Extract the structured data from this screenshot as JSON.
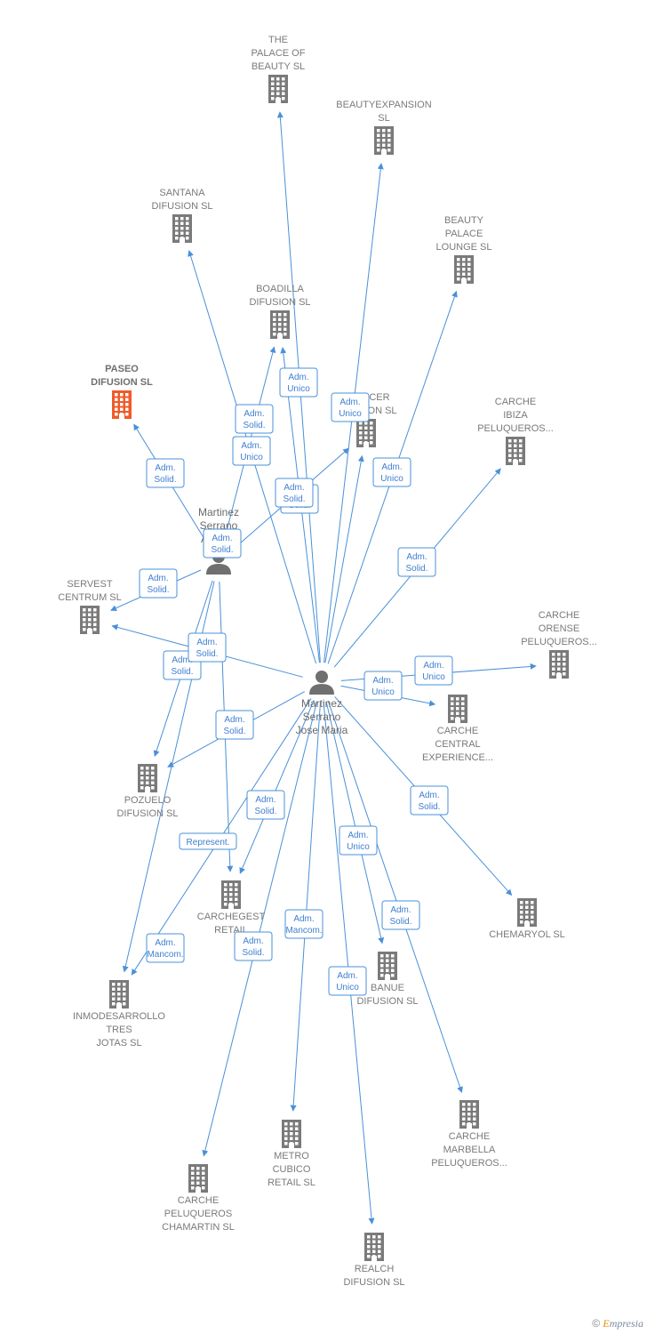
{
  "colors": {
    "edge": "#4a90d9",
    "building": "#7a7a7a",
    "building_highlight": "#f05a28",
    "person": "#6f6f6f",
    "label": "#7a7a7a"
  },
  "companies": [
    {
      "id": "palace",
      "lines": [
        "THE",
        "PALACE OF",
        "BEAUTY  SL"
      ]
    },
    {
      "id": "beautyexp",
      "lines": [
        "BEAUTYEXPANSION",
        "SL"
      ]
    },
    {
      "id": "santana",
      "lines": [
        "SANTANA",
        "DIFUSION  SL"
      ]
    },
    {
      "id": "beautypalace",
      "lines": [
        "BEAUTY",
        "PALACE",
        "LOUNGE  SL"
      ]
    },
    {
      "id": "boadilla",
      "lines": [
        "BOADILLA",
        "DIFUSION  SL"
      ]
    },
    {
      "id": "paseo",
      "lines": [
        "PASEO",
        "DIFUSION  SL"
      ],
      "highlight": true
    },
    {
      "id": "alcocer",
      "lines": [
        "ALCOCER",
        "DIFUSION  SL"
      ]
    },
    {
      "id": "ibiza",
      "lines": [
        "CARCHE",
        "IBIZA",
        "PELUQUEROS..."
      ]
    },
    {
      "id": "servest",
      "lines": [
        "SERVEST",
        "CENTRUM  SL"
      ]
    },
    {
      "id": "orense",
      "lines": [
        "CARCHE",
        "ORENSE",
        "PELUQUEROS..."
      ]
    },
    {
      "id": "central",
      "lines": [
        "CARCHE",
        "CENTRAL",
        "EXPERIENCE..."
      ]
    },
    {
      "id": "pozuelo",
      "lines": [
        "POZUELO",
        "DIFUSION  SL"
      ]
    },
    {
      "id": "carchegest",
      "lines": [
        "CARCHEGEST",
        "RETAIL"
      ]
    },
    {
      "id": "chemaryol",
      "lines": [
        "CHEMARYOL SL"
      ]
    },
    {
      "id": "inmode",
      "lines": [
        "INMODESARROLLO",
        "TRES",
        "JOTAS  SL"
      ]
    },
    {
      "id": "banue",
      "lines": [
        "BANUE",
        "DIFUSION  SL"
      ]
    },
    {
      "id": "marbella",
      "lines": [
        "CARCHE",
        "MARBELLA",
        "PELUQUEROS..."
      ]
    },
    {
      "id": "chamartin",
      "lines": [
        "CARCHE",
        "PELUQUEROS",
        "CHAMARTIN SL"
      ]
    },
    {
      "id": "metro",
      "lines": [
        "METRO",
        "CUBICO",
        "RETAIL  SL"
      ]
    },
    {
      "id": "realch",
      "lines": [
        "REALCH",
        "DIFUSION  SL"
      ]
    }
  ],
  "persons": [
    {
      "id": "jose",
      "lines": [
        "Martinez",
        "Serrano",
        "Jose Maria"
      ]
    },
    {
      "id": "alcocerp",
      "lines": [
        "Martinez",
        "Serrano",
        "Alcocer"
      ]
    }
  ],
  "edges": [
    {
      "from": "jose",
      "to": "palace",
      "label": [
        "Adm.",
        "Unico"
      ]
    },
    {
      "from": "jose",
      "to": "beautyexp",
      "label": [
        "Adm.",
        "Unico"
      ]
    },
    {
      "from": "jose",
      "to": "santana",
      "label": [
        "Adm.",
        "Solid."
      ]
    },
    {
      "from": "jose",
      "to": "beautypalace",
      "label": [
        "Adm.",
        "Unico"
      ]
    },
    {
      "from": "jose",
      "to": "boadilla",
      "label": [
        "Adm.",
        "Solid."
      ]
    },
    {
      "from": "jose",
      "to": "alcocer",
      "label": [
        "Adm.",
        "Solid."
      ]
    },
    {
      "from": "jose",
      "to": "ibiza",
      "label": [
        "Adm.",
        "Solid."
      ]
    },
    {
      "from": "jose",
      "to": "servest",
      "label": [
        "Adm.",
        "Solid."
      ]
    },
    {
      "from": "jose",
      "to": "orense",
      "label": [
        "Adm.",
        "Unico"
      ]
    },
    {
      "from": "jose",
      "to": "central",
      "label": [
        "Adm.",
        "Unico"
      ]
    },
    {
      "from": "jose",
      "to": "pozuelo",
      "label": [
        "Adm.",
        "Solid."
      ]
    },
    {
      "from": "jose",
      "to": "carchegest",
      "label": [
        "Adm.",
        "Solid."
      ]
    },
    {
      "from": "jose",
      "to": "chemaryol",
      "label": [
        "Adm.",
        "Solid."
      ]
    },
    {
      "from": "jose",
      "to": "inmode",
      "label": [
        "Represent."
      ]
    },
    {
      "from": "jose",
      "to": "banue",
      "label": [
        "Adm.",
        "Unico"
      ]
    },
    {
      "from": "jose",
      "to": "marbella",
      "label": [
        "Adm.",
        "Solid."
      ]
    },
    {
      "from": "jose",
      "to": "chamartin",
      "label": [
        "Adm.",
        "Solid."
      ]
    },
    {
      "from": "jose",
      "to": "metro",
      "label": [
        "Adm.",
        "Mancom."
      ]
    },
    {
      "from": "jose",
      "to": "realch",
      "label": [
        "Adm.",
        "Unico"
      ]
    },
    {
      "from": "alcocerp",
      "to": "paseo",
      "label": [
        "Adm.",
        "Solid."
      ]
    },
    {
      "from": "alcocerp",
      "to": "boadilla",
      "label": [
        "Adm.",
        "Unico"
      ]
    },
    {
      "from": "alcocerp",
      "to": "alcocer",
      "label": [
        "Adm.",
        "Solid."
      ]
    },
    {
      "from": "alcocerp",
      "to": "servest",
      "label": [
        "Adm.",
        "Solid."
      ]
    },
    {
      "from": "alcocerp",
      "to": "pozuelo",
      "label": [
        "Adm.",
        "Solid."
      ]
    },
    {
      "from": "alcocerp",
      "to": "carchegest",
      "label": [
        "Adm.",
        "Solid."
      ]
    },
    {
      "from": "alcocerp",
      "to": "inmode",
      "label": [
        "Adm.",
        "Mancom."
      ]
    }
  ],
  "watermark": {
    "symbol": "©",
    "brand_first": "E",
    "brand_rest": "mpresia"
  }
}
